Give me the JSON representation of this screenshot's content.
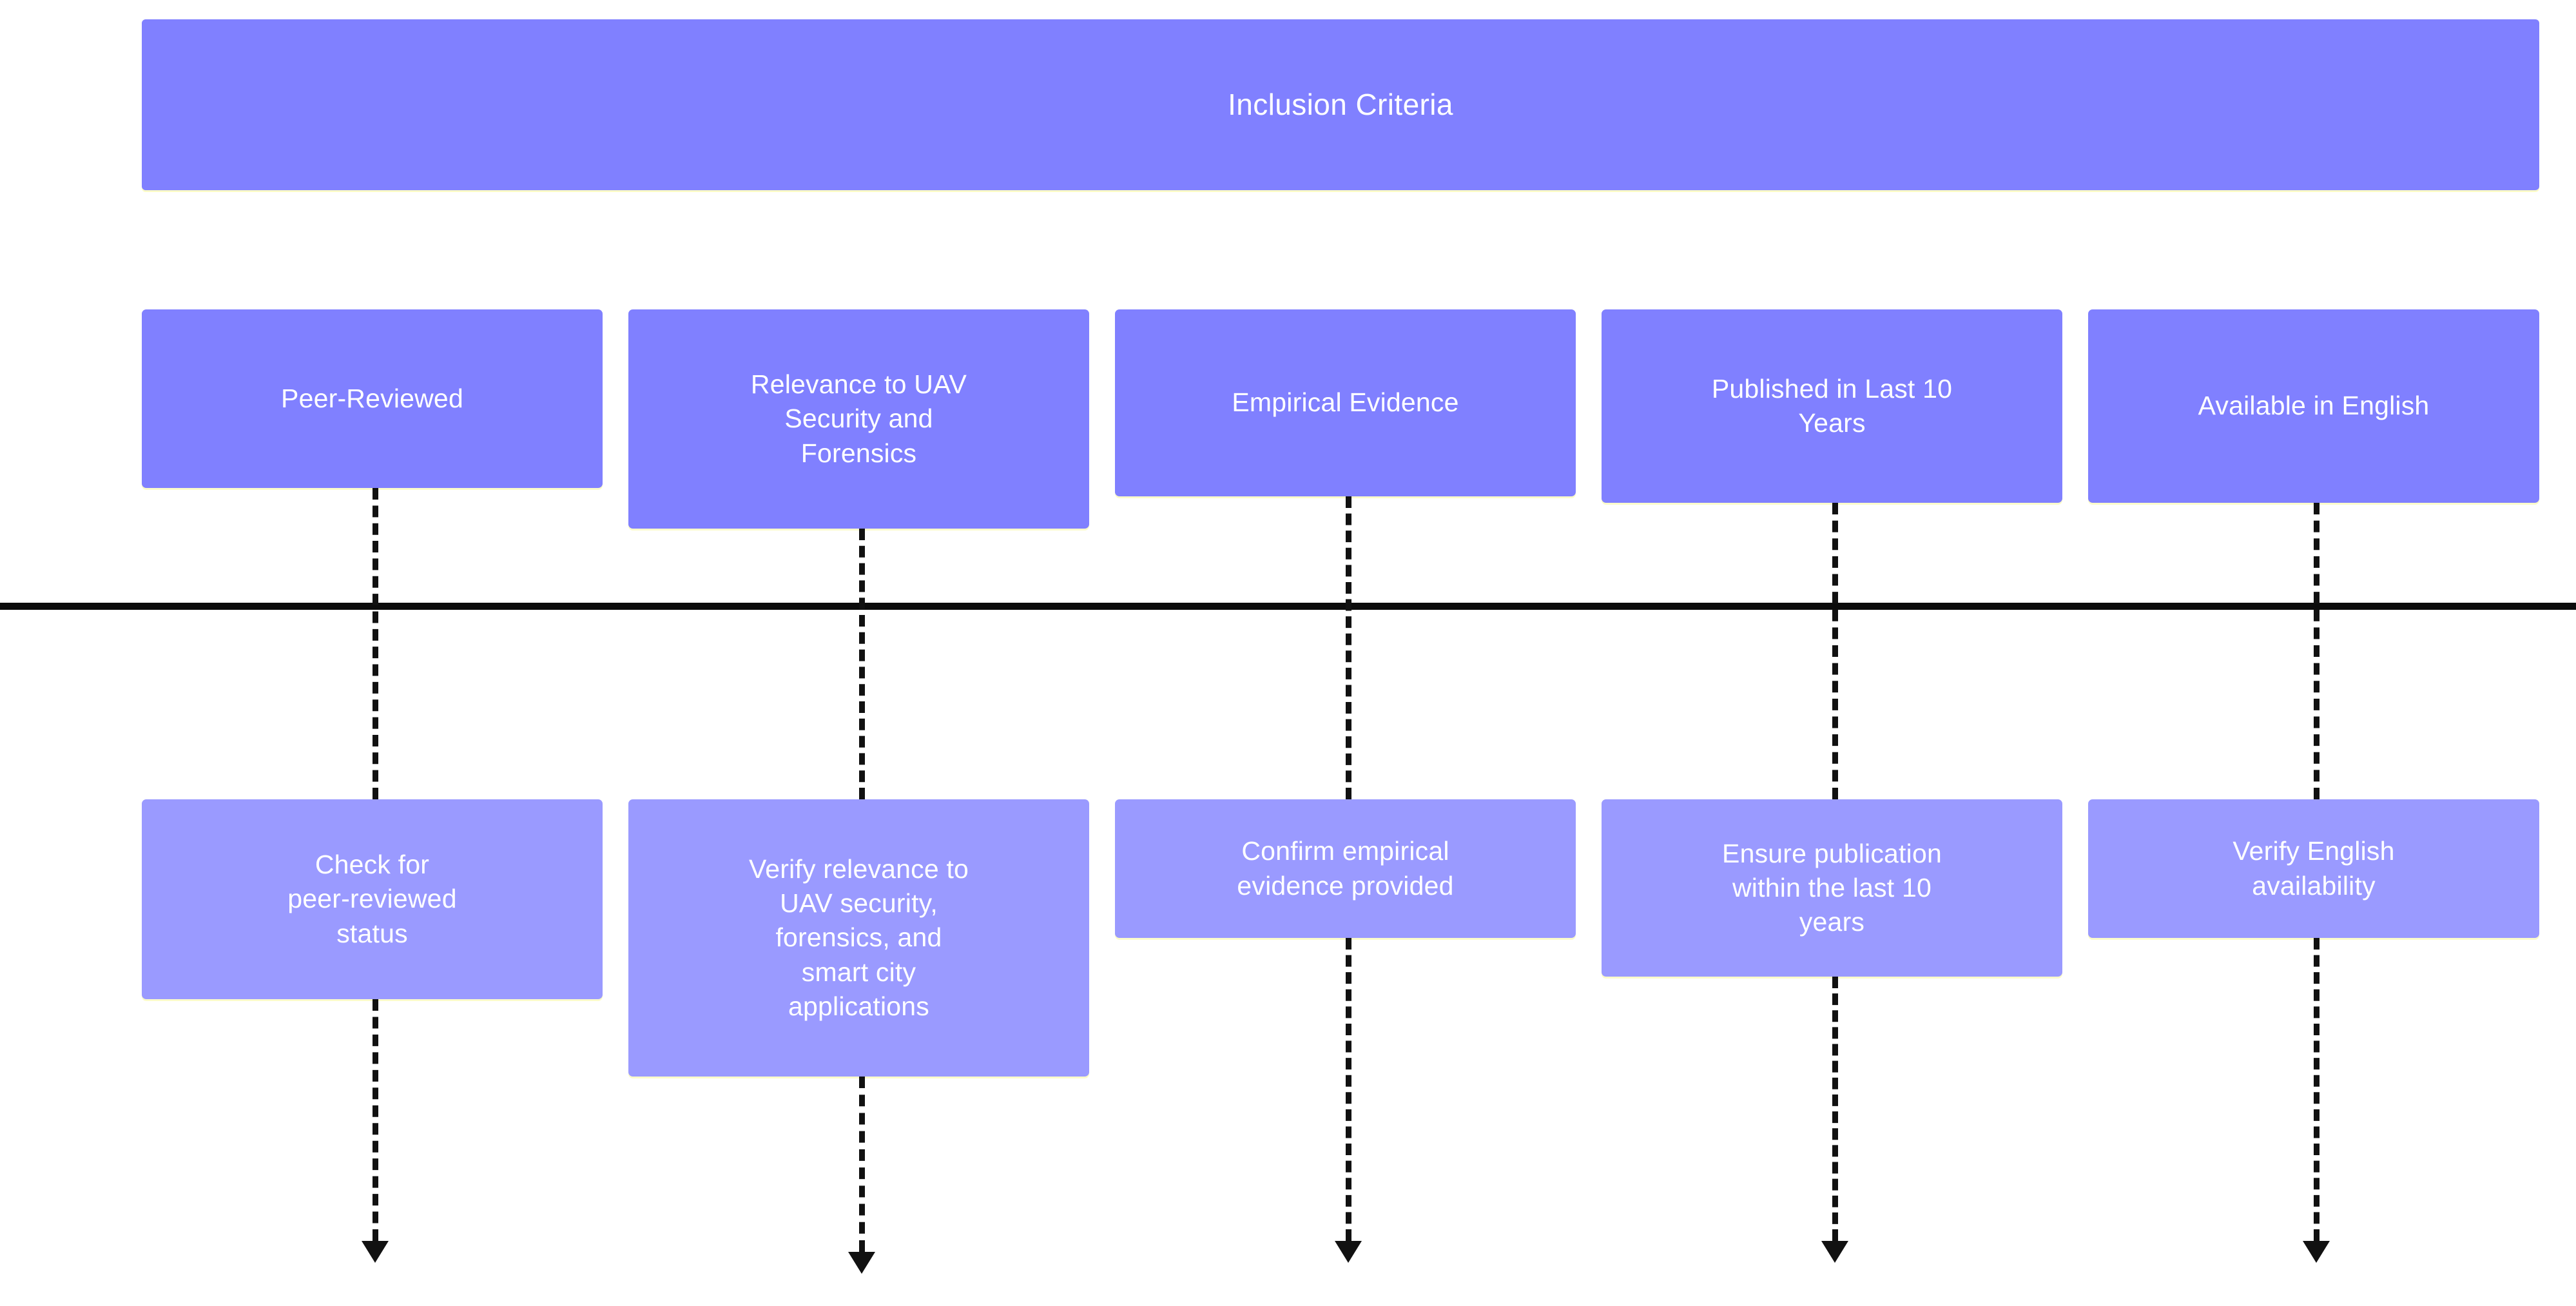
{
  "diagram": {
    "title": "Inclusion Criteria",
    "colors": {
      "primary": "#8080ff",
      "secondary": "#9a9aff",
      "divider": "#0c0c0c",
      "connector": "#111111",
      "text_on_fill": "#ffffff",
      "background": "#ffffff",
      "shadow_tint": "#fafabe"
    },
    "criteria": [
      {
        "label": "Peer-Reviewed"
      },
      {
        "label": "Relevance to UAV\nSecurity and\nForensics"
      },
      {
        "label": "Empirical Evidence"
      },
      {
        "label": "Published in Last 10\nYears"
      },
      {
        "label": "Available in English"
      }
    ],
    "actions": [
      {
        "label": "Check for\npeer-reviewed\nstatus"
      },
      {
        "label": "Verify relevance to\nUAV security,\nforensics, and\nsmart city\napplications"
      },
      {
        "label": "Confirm empirical\nevidence provided"
      },
      {
        "label": "Ensure publication\nwithin the last 10\nyears"
      },
      {
        "label": "Verify English\navailability"
      }
    ]
  }
}
